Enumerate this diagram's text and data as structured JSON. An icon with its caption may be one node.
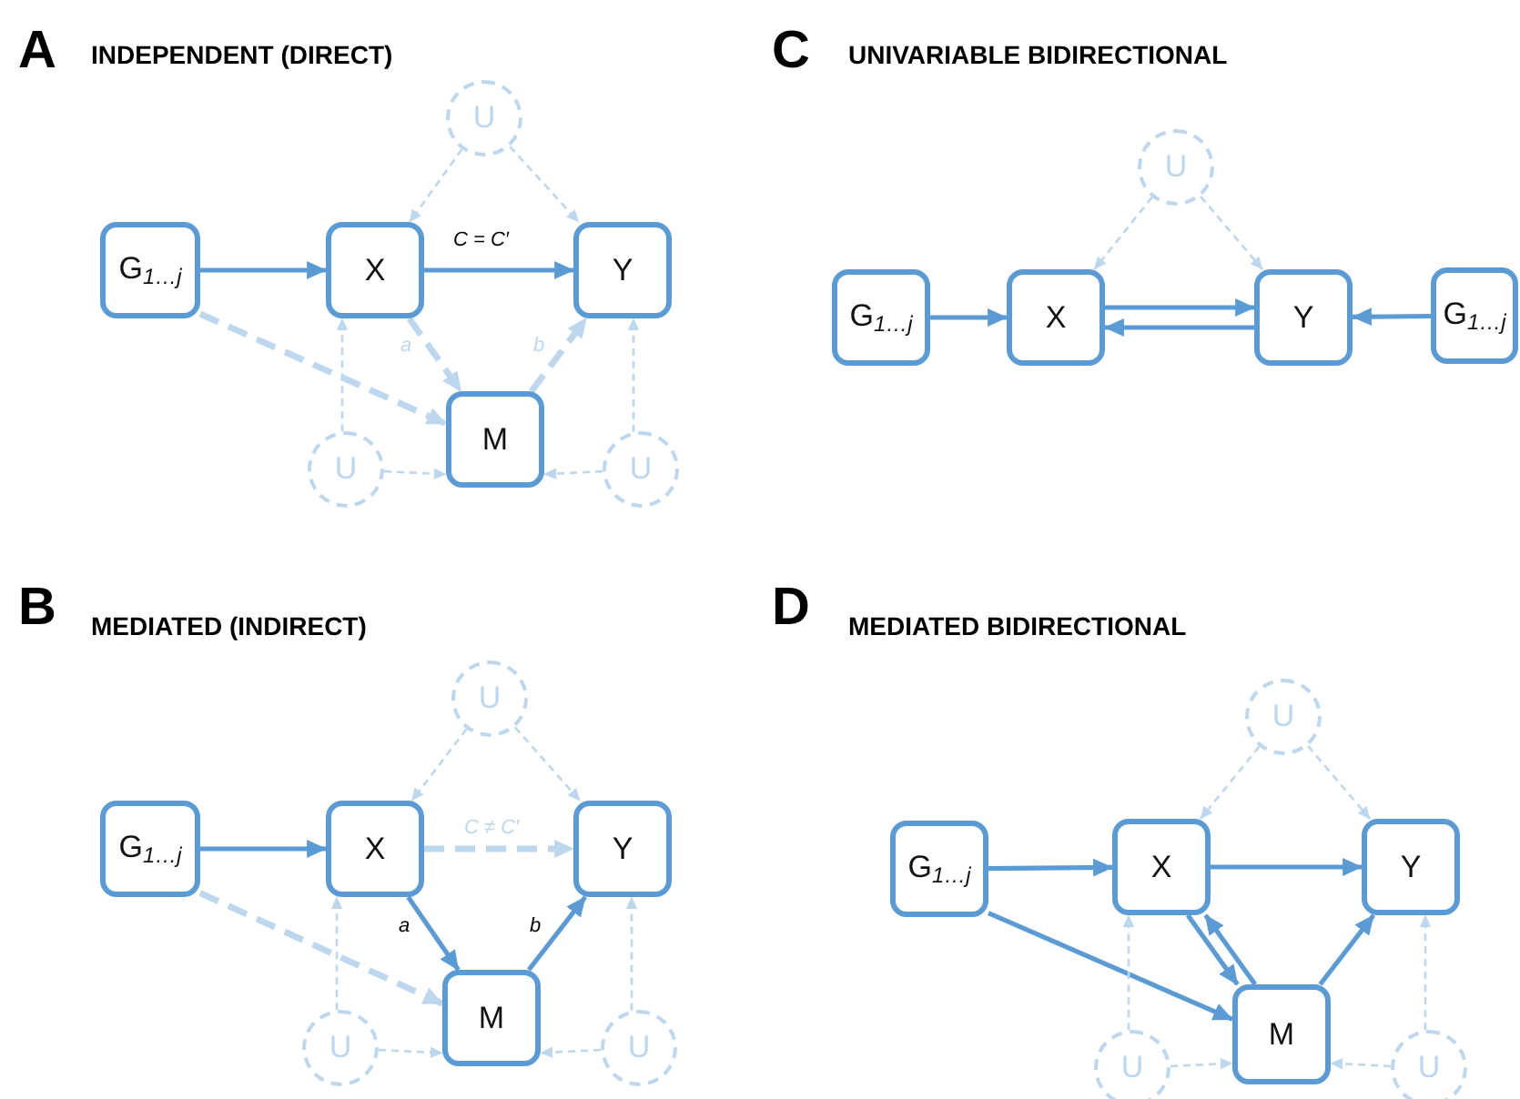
{
  "diagram": {
    "nodes": [
      {
        "text": [
          "G$_{1…j}$"
        ]
      },
      {
        "text": [
          "X"
        ]
      },
      {
        "text": [
          "Y"
        ]
      },
      {
        "text": [
          "M"
        ]
      },
      {
        "text": [
          "U"
        ]
      },
      {
        "text": [
          "U"
        ]
      },
      {
        "text": [
          "U"
        ]
      },
      {
        "text": [
          "U"
        ]
      },
      {
        "text": [
          "G$_{1…j}$"
        ]
      },
      {
        "text": [
          "X"
        ]
      },
      {
        "text": [
          "Y"
        ]
      },
      {
        "text": [
          "G$_{1…j}$"
        ]
      },
      {
        "text": [
          "G$_{1…j}$"
        ]
      },
      {
        "text": [
          "X"
        ]
      },
      {
        "text": [
          "Y"
        ]
      },
      {
        "text": [
          "M"
        ]
      },
      {
        "text": [
          "U"
        ]
      },
      {
        "text": [
          "U"
        ]
      },
      {
        "text": [
          "U"
        ]
      },
      {
        "text": [
          "G$_{1…j}$"
        ]
      },
      {
        "text": [
          "X"
        ]
      },
      {
        "text": [
          "Y"
        ]
      },
      {
        "text": [
          "M"
        ]
      },
      {
        "text": [
          "U"
        ]
      },
      {
        "text": [
          "U"
        ]
      },
      {
        "text": [
          "U"
        ]
      }
    ],
    "edges": [
      {
        "from": 0,
        "to": 1,
        "arrow": "to",
        "color": "#5b9bd5"
      },
      {
        "from": 1,
        "to": 2,
        "arrow": "to",
        "label": "C = C′",
        "color": "#5b9bd5"
      },
      {
        "from": 1,
        "to": 3,
        "arrow": "to",
        "label": "a",
        "style": "dashed"
      },
      {
        "from": 3,
        "to": 2,
        "arrow": "to",
        "label": "b",
        "style": "dashed"
      },
      {
        "from": 0,
        "to": 3,
        "arrow": "to",
        "style": "dashed"
      },
      {
        "from": 4,
        "to": 1,
        "arrow": "to",
        "style": "dashed"
      },
      {
        "from": 4,
        "to": 2,
        "arrow": "to",
        "style": "dashed"
      },
      {
        "from": 5,
        "to": 1,
        "arrow": "to",
        "style": "dashed"
      },
      {
        "from": 5,
        "to": 3,
        "arrow": "to",
        "style": "dashed"
      },
      {
        "from": 6,
        "to": 2,
        "arrow": "to",
        "style": "dashed"
      },
      {
        "from": 6,
        "to": 3,
        "arrow": "to",
        "style": "dashed"
      },
      {
        "from": 7,
        "to": 9,
        "arrow": "to",
        "style": "dashed"
      },
      {
        "from": 7,
        "to": 10,
        "arrow": "to",
        "style": "dashed"
      },
      {
        "from": 8,
        "to": 9,
        "arrow": "to",
        "color": "#5b9bd5"
      },
      {
        "from": 9,
        "to": 10,
        "arrow": "to",
        "color": "#5b9bd5"
      },
      {
        "from": 10,
        "to": 9,
        "arrow": "to",
        "color": "#5b9bd5"
      },
      {
        "from": 11,
        "to": 10,
        "arrow": "to",
        "color": "#5b9bd5"
      },
      {
        "from": 12,
        "to": 13,
        "arrow": "to",
        "color": "#5b9bd5"
      },
      {
        "from": 13,
        "to": 14,
        "arrow": "to",
        "label": "C ≠ C′",
        "style": "dashed"
      },
      {
        "from": 13,
        "to": 15,
        "arrow": "to",
        "label": "a",
        "color": "#5b9bd5"
      },
      {
        "from": 15,
        "to": 14,
        "arrow": "to",
        "label": "b",
        "color": "#5b9bd5"
      },
      {
        "from": 12,
        "to": 15,
        "arrow": "to",
        "style": "dashed"
      },
      {
        "from": 16,
        "to": 13,
        "arrow": "to",
        "style": "dashed"
      },
      {
        "from": 16,
        "to": 14,
        "arrow": "to",
        "style": "dashed"
      },
      {
        "from": 17,
        "to": 13,
        "arrow": "to",
        "style": "dashed"
      },
      {
        "from": 17,
        "to": 15,
        "arrow": "to",
        "style": "dashed"
      },
      {
        "from": 18,
        "to": 14,
        "arrow": "to",
        "style": "dashed"
      },
      {
        "from": 18,
        "to": 15,
        "arrow": "to",
        "style": "dashed"
      },
      {
        "from": 19,
        "to": 20,
        "arrow": "to",
        "color": "#5b9bd5"
      },
      {
        "from": 20,
        "to": 21,
        "arrow": "to",
        "color": "#5b9bd5"
      },
      {
        "from": 19,
        "to": 22,
        "arrow": "to",
        "color": "#5b9bd5"
      },
      {
        "from": 20,
        "to": 22,
        "arrow": "to",
        "color": "#5b9bd5"
      },
      {
        "from": 22,
        "to": 20,
        "arrow": "to",
        "color": "#5b9bd5"
      },
      {
        "from": 22,
        "to": 21,
        "arrow": "to",
        "color": "#5b9bd5"
      },
      {
        "from": 23,
        "to": 20,
        "arrow": "to",
        "style": "dashed"
      },
      {
        "from": 23,
        "to": 21,
        "arrow": "to",
        "style": "dashed"
      },
      {
        "from": 24,
        "to": 20,
        "arrow": "to",
        "style": "dashed"
      },
      {
        "from": 24,
        "to": 22,
        "arrow": "to",
        "style": "dashed"
      },
      {
        "from": 25,
        "to": 21,
        "arrow": "to",
        "style": "dashed"
      },
      {
        "from": 25,
        "to": 22,
        "arrow": "to",
        "style": "dashed"
      }
    ],
    "labels": [
      "A",
      "INDEPENDENT (DIRECT)",
      "C",
      "UNIVARIABLE BIDIRECTIONAL",
      "B",
      "MEDIATED (INDIRECT)",
      "D",
      "MEDIATED BIDIRECTIONAL"
    ]
  }
}
